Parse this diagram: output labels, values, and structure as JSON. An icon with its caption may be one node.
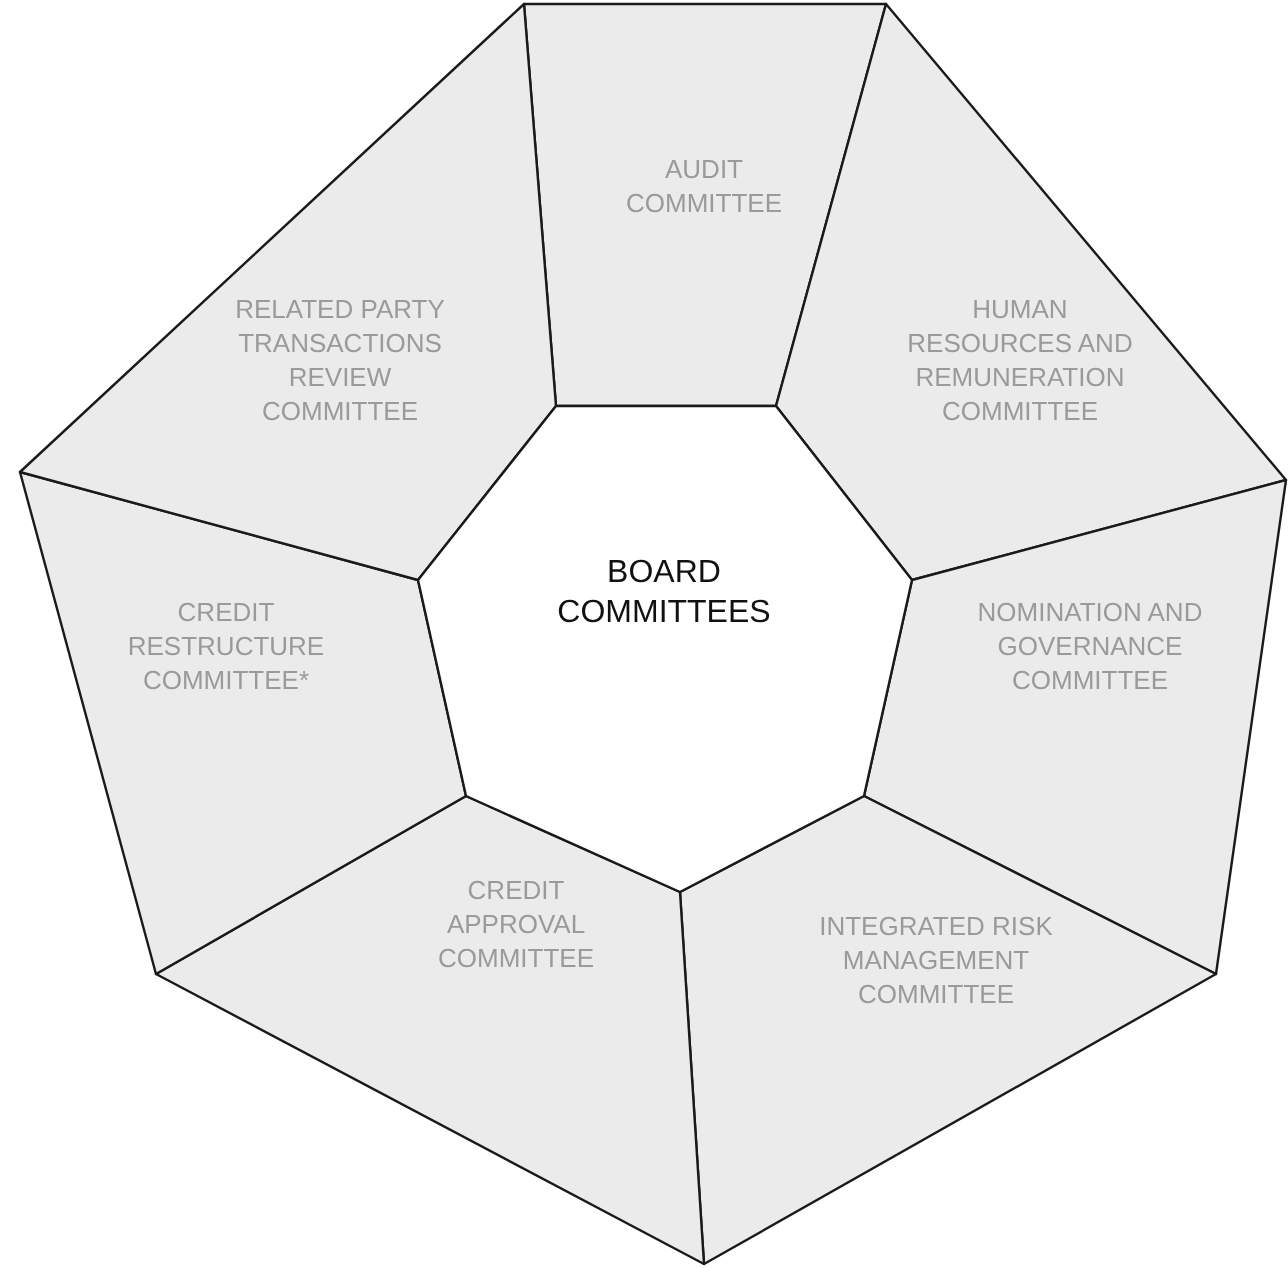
{
  "diagram": {
    "nodes": [
      {
        "text": [
          "BOARD COMMITTEES"
        ]
      },
      {
        "text": [
          "AUDIT COMMITTEE"
        ]
      },
      {
        "text": [
          "HUMAN RESOURCES AND REMUNERATION COMMITTEE"
        ]
      },
      {
        "text": [
          "NOMINATION AND GOVERNANCE COMMITTEE"
        ]
      },
      {
        "text": [
          "INTEGRATED RISK MANAGEMENT COMMITTEE"
        ]
      },
      {
        "text": [
          "CREDIT APPROVAL COMMITTEE"
        ]
      },
      {
        "text": [
          "CREDIT RESTRUCTURE COMMITTEE*"
        ]
      },
      {
        "text": [
          "RELATED PARTY TRANSACTIONS REVIEW COMMITTEE"
        ]
      }
    ]
  }
}
